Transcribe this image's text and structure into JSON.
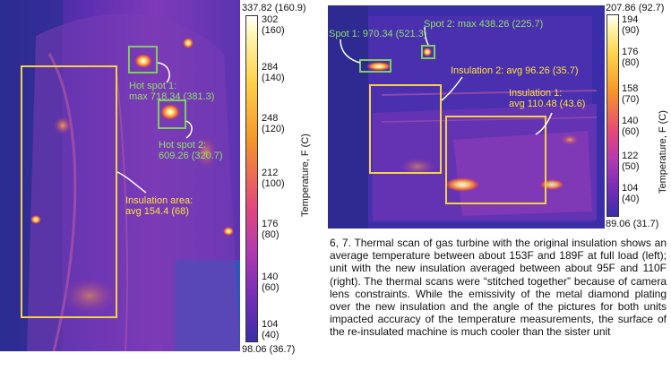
{
  "left_scan": {
    "colorbar_top": "337.82 (160.9)",
    "colorbar_bottom": "98.06 (36.7)",
    "ticks": [
      {
        "value": "302",
        "alt": "(160)"
      },
      {
        "value": "284",
        "alt": "(140)"
      },
      {
        "value": "248",
        "alt": "(120)"
      },
      {
        "value": "212",
        "alt": "(100)"
      },
      {
        "value": "176",
        "alt": "(80)"
      },
      {
        "value": "140",
        "alt": "(60)"
      },
      {
        "value": "104",
        "alt": "(40)"
      }
    ],
    "axis_label": "Temperature, F (C)",
    "annotations": {
      "hot_spot_1": {
        "line1": "Hot spot 1:",
        "line2": "max 718.34 (381.3)"
      },
      "hot_spot_2": {
        "line1": "Hot spot 2:",
        "line2": "609.26 (320.7)"
      },
      "insulation": {
        "line1": "Insulation area:",
        "line2": "avg 154.4 (68)"
      }
    }
  },
  "right_scan": {
    "colorbar_top": "207.86 (92.7)",
    "colorbar_bottom": "89.06 (31.7)",
    "ticks": [
      {
        "value": "194",
        "alt": "(90)"
      },
      {
        "value": "176",
        "alt": "(80)"
      },
      {
        "value": "158",
        "alt": "(70)"
      },
      {
        "value": "140",
        "alt": "(60)"
      },
      {
        "value": "122",
        "alt": "(50)"
      },
      {
        "value": "104",
        "alt": "(40)"
      }
    ],
    "axis_label": "Temperature, F (C)",
    "annotations": {
      "spot_1": "Spot 1: 970.34 (521.3)",
      "spot_2": "Spot 2: max 438.26 (225.7)",
      "insulation_2": "Insulation 2: avg 96.26 (35.7)",
      "insulation_1": {
        "line1": "Insulation 1:",
        "line2": "avg 110.48 (43.6)"
      }
    }
  },
  "caption": "6, 7. Thermal scan of gas turbine with the original insulation shows an average temperature between about 153F and 189F at full load (left); unit with the new insulation averaged between about 95F and 110F (right). The thermal scans were “stitched together” because of camera lens constraints. While the emissivity of the metal diamond plating over the new insulation and the angle of the pictures for both units impacted accuracy of the temperature measurements, the surface of the re-insulated machine is much cooler than the sister unit",
  "colors": {
    "green_label": "#8fe06a",
    "yellow_label": "#ffe23a",
    "background_cold": "#3a2ea8",
    "hot": "#fff2a0"
  }
}
